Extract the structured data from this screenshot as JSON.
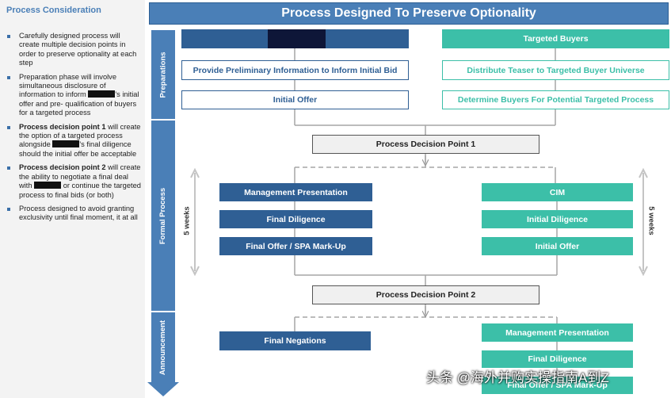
{
  "left_panel": {
    "title": "Process Consideration",
    "bullets": [
      {
        "bold": "",
        "text": "Carefully designed process will create multiple decision points in order to preserve optionality at each step"
      },
      {
        "bold": "",
        "text_before": "Preparation phase will involve simultaneous disclosure of information to inform ",
        "text_after": "'s initial offer and pre- qualification of buyers for a targeted process"
      },
      {
        "bold": "Process decision point 1",
        "text_before": " will create the option of a targeted process alongside ",
        "text_after": "'s final diligence should the initial offer be acceptable"
      },
      {
        "bold": "Process decision point 2",
        "text_before": " will create the ability to negotiate a final deal with ",
        "text_after": " or continue the targeted process to final bids (or both)"
      },
      {
        "bold": "",
        "text": "Process designed to avoid granting exclusivity until final moment, it at all"
      }
    ]
  },
  "header": {
    "title": "Process Designed To Preserve Optionality"
  },
  "phases": {
    "preparations": "Preparations",
    "formal": "Formal Process",
    "announcement": "Announcement"
  },
  "prep": {
    "right_title": "Targeted Buyers",
    "left_1": "Provide Preliminary Information to Inform Initial Bid",
    "left_2": "Initial Offer",
    "right_1": "Distribute Teaser to Targeted Buyer Universe",
    "right_2": "Determine Buyers For Potential Targeted Process"
  },
  "decision_1": "Process Decision Point 1",
  "formal": {
    "left": [
      "Management Presentation",
      "Final Diligence",
      "Final Offer / SPA Mark-Up"
    ],
    "right": [
      "CIM",
      "Initial Diligence",
      "Initial Offer"
    ],
    "weeks_left": "5 weeks",
    "weeks_right": "5 weeks"
  },
  "decision_2": "Process Decision Point 2",
  "announcement": {
    "left": "Final Negations",
    "right": [
      "Management Presentation",
      "Final Diligence",
      "Final Offer / SPA Mark-Up"
    ]
  },
  "watermark": "头条 @海外并购实操指南A到Z",
  "colors": {
    "blue": "#2f5f94",
    "teal": "#3cbfa8",
    "header": "#4a7fb7"
  }
}
